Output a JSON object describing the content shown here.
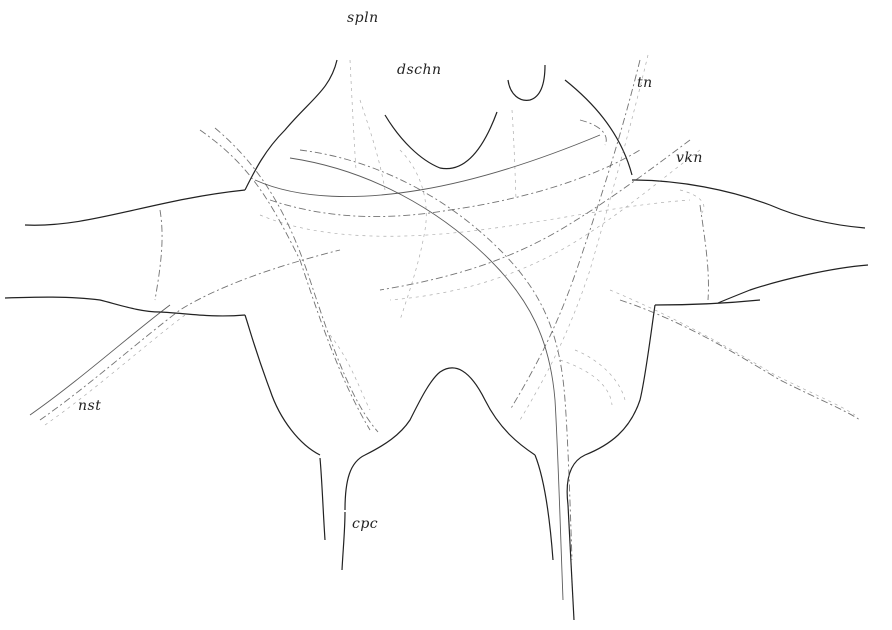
{
  "labels": {
    "spln": "spln",
    "dschn": "dschn",
    "tn": "tn",
    "vkn": "vkn",
    "nst": "nst",
    "cpc": "cpc"
  },
  "colors": {
    "background": "#ffffff",
    "ink": "#222222"
  }
}
